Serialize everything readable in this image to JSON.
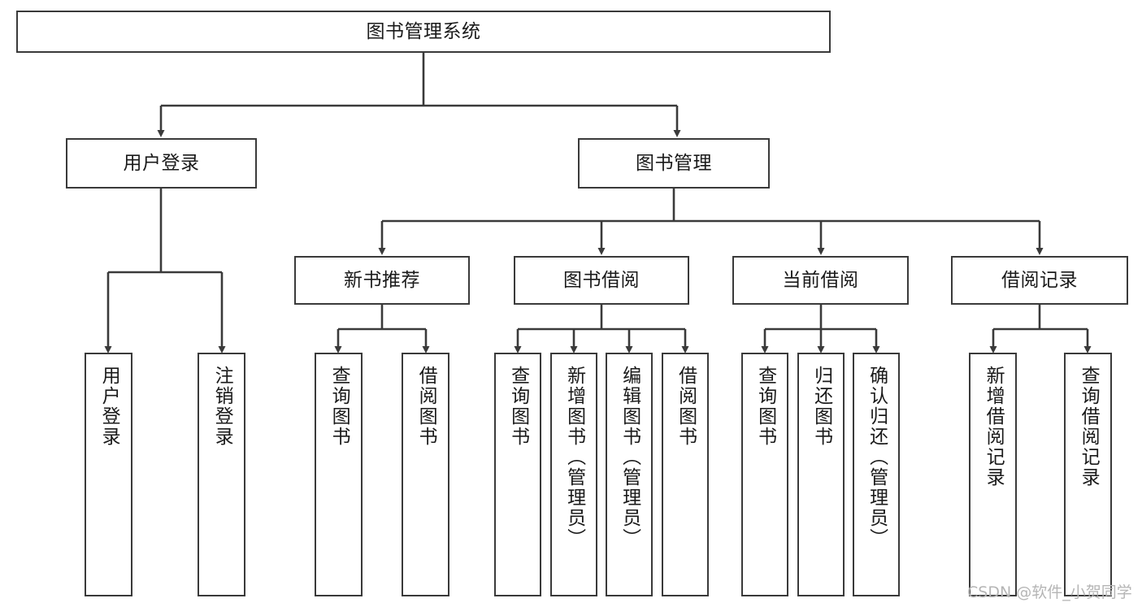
{
  "diagram": {
    "type": "tree-hierarchy",
    "title": "图书管理系统",
    "watermark": "CSDN @软件_小贺同学",
    "colors": {
      "box_border": "#3a3a3a",
      "box_fill": "#ffffff",
      "connector": "#3a3a3a",
      "text": "#1a1a1a",
      "watermark": "#b5b5b5",
      "background": "#ffffff"
    },
    "nodes": {
      "root": {
        "label": "图书管理系统"
      },
      "level2": [
        {
          "label": "用户登录"
        },
        {
          "label": "图书管理"
        }
      ],
      "level3": [
        {
          "label": "新书推荐"
        },
        {
          "label": "图书借阅"
        },
        {
          "label": "当前借阅"
        },
        {
          "label": "借阅记录"
        }
      ],
      "leaves_user_login": [
        {
          "label": "用户登录"
        },
        {
          "label": "注销登录"
        }
      ],
      "leaves_new_book": [
        {
          "label": "查询图书"
        },
        {
          "label": "借阅图书"
        }
      ],
      "leaves_borrow": [
        {
          "label": "查询图书"
        },
        {
          "label": "新增图书（管理员）"
        },
        {
          "label": "编辑图书（管理员）"
        },
        {
          "label": "借阅图书"
        }
      ],
      "leaves_current": [
        {
          "label": "查询图书"
        },
        {
          "label": "归还图书"
        },
        {
          "label": "确认归还（管理员）"
        }
      ],
      "leaves_record": [
        {
          "label": "新增借阅记录"
        },
        {
          "label": "查询借阅记录"
        }
      ]
    }
  }
}
